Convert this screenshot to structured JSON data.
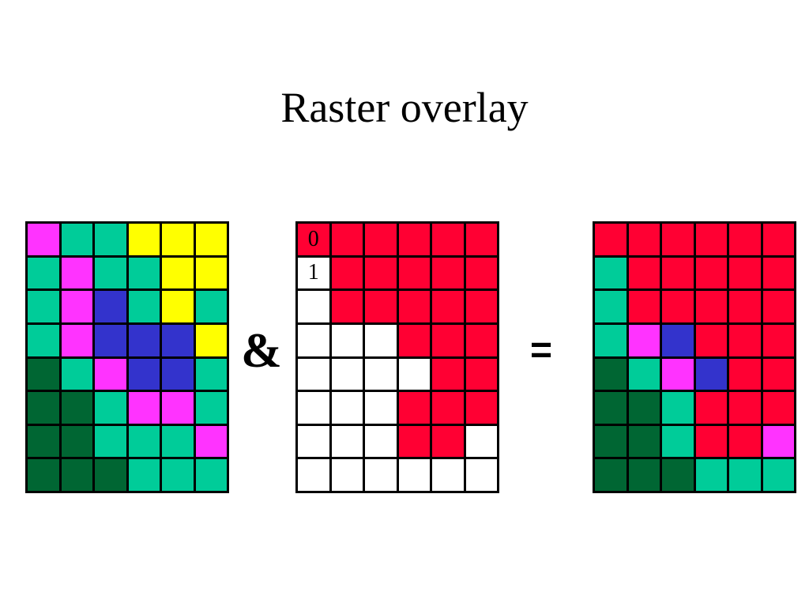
{
  "title": "Raster overlay",
  "operators": {
    "and": "&",
    "equals": "="
  },
  "colors": {
    "P": "#ff33ff",
    "T": "#00cc99",
    "Y": "#ffff00",
    "B": "#3333cc",
    "G": "#006633",
    "R": "#ff0033",
    "W": "#ffffff"
  },
  "grids": {
    "input_raster": [
      [
        "P",
        "T",
        "T",
        "Y",
        "Y",
        "Y"
      ],
      [
        "T",
        "P",
        "T",
        "T",
        "Y",
        "Y"
      ],
      [
        "T",
        "P",
        "B",
        "T",
        "Y",
        "T"
      ],
      [
        "T",
        "P",
        "B",
        "B",
        "B",
        "Y"
      ],
      [
        "G",
        "T",
        "P",
        "B",
        "B",
        "T"
      ],
      [
        "G",
        "G",
        "T",
        "P",
        "P",
        "T"
      ],
      [
        "G",
        "G",
        "T",
        "T",
        "T",
        "P"
      ],
      [
        "G",
        "G",
        "G",
        "T",
        "T",
        "T"
      ]
    ],
    "mask_raster": [
      [
        "R",
        "R",
        "R",
        "R",
        "R",
        "R"
      ],
      [
        "W",
        "R",
        "R",
        "R",
        "R",
        "R"
      ],
      [
        "W",
        "R",
        "R",
        "R",
        "R",
        "R"
      ],
      [
        "W",
        "W",
        "W",
        "R",
        "R",
        "R"
      ],
      [
        "W",
        "W",
        "W",
        "W",
        "R",
        "R"
      ],
      [
        "W",
        "W",
        "W",
        "R",
        "R",
        "R"
      ],
      [
        "W",
        "W",
        "W",
        "R",
        "R",
        "W"
      ],
      [
        "W",
        "W",
        "W",
        "W",
        "W",
        "W"
      ]
    ],
    "result_raster": [
      [
        "R",
        "R",
        "R",
        "R",
        "R",
        "R"
      ],
      [
        "T",
        "R",
        "R",
        "R",
        "R",
        "R"
      ],
      [
        "T",
        "R",
        "R",
        "R",
        "R",
        "R"
      ],
      [
        "T",
        "P",
        "B",
        "R",
        "R",
        "R"
      ],
      [
        "G",
        "T",
        "P",
        "B",
        "R",
        "R"
      ],
      [
        "G",
        "G",
        "T",
        "R",
        "R",
        "R"
      ],
      [
        "G",
        "G",
        "T",
        "R",
        "R",
        "P"
      ],
      [
        "G",
        "G",
        "G",
        "T",
        "T",
        "T"
      ]
    ]
  },
  "mask_labels": [
    {
      "row": 0,
      "col": 0,
      "text": "0"
    },
    {
      "row": 1,
      "col": 0,
      "text": "1"
    }
  ]
}
